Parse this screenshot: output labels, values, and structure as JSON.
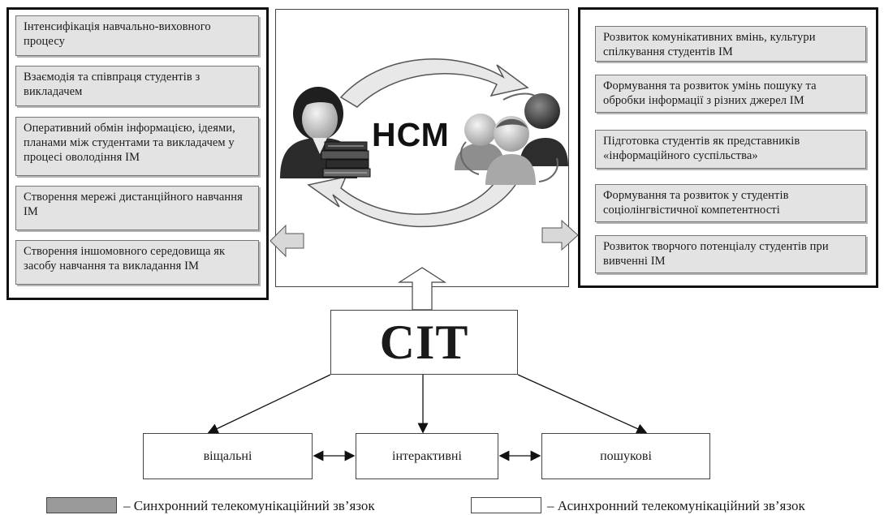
{
  "left_list": {
    "items": [
      "Інтенсифікація  навчально-виховного процесу",
      "Взаємодія та співпраця  студентів  з викладачем",
      "Оперативний  обмін інформацією, ідеями, планами між студентами  та викладачем у процесі оволодіння  ІМ",
      "Створення мережі дистанційного навчання ІМ",
      "Створення іншомовного середовища як засобу навчання та викладання ІМ"
    ]
  },
  "right_list": {
    "items": [
      "Розвиток комунікативних вмінь, культури спілкування  студентів  ІМ",
      "Формування та розвиток умінь пошуку та обробки інформації  з різних джерел ІМ",
      "Підготовка студентів  як представників «інформаційного  суспільства»",
      "Формування та розвиток у студентів соціолінгвістичної  компетентності",
      "Розвиток творчого потенціалу  студентів при вивченні  ІМ"
    ]
  },
  "center": {
    "label": "НСМ"
  },
  "cit": {
    "label": "СІТ"
  },
  "leaves": [
    "віщальні",
    "інтерактивні",
    "пошукові"
  ],
  "legend": {
    "sync_label": "– Синхронний телекомунікаційний зв’язок",
    "async_label": "– Асинхронний телекомунікаційний зв’язок",
    "sync_color": "#9a9a9a",
    "async_color": "#ffffff"
  },
  "colors": {
    "item_bg": "#e3e3e3",
    "border": "#111111"
  }
}
